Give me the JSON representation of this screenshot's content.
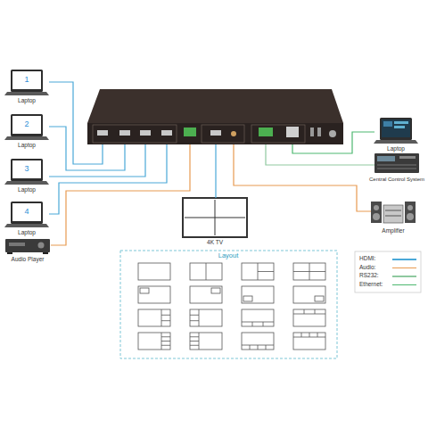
{
  "diagram": {
    "nodes": [
      {
        "text": [
          "1",
          "Laptop"
        ]
      },
      {
        "text": [
          "2",
          "Laptop"
        ]
      },
      {
        "text": [
          "3",
          "Laptop"
        ]
      },
      {
        "text": [
          "4",
          "Laptop"
        ]
      },
      {
        "text": [
          "Audio Player"
        ]
      },
      {
        "text": [
          "4K TV"
        ]
      },
      {
        "text": [
          "Layout"
        ]
      },
      {
        "text": [
          "Laptop"
        ]
      },
      {
        "text": [
          "Central Control System"
        ]
      },
      {
        "text": [
          "Amplifier"
        ]
      }
    ],
    "legend": [
      {
        "text": "HDMI:"
      },
      {
        "text": "Audio:"
      },
      {
        "text": "RS232:"
      },
      {
        "text": "Ethernet:"
      }
    ]
  }
}
